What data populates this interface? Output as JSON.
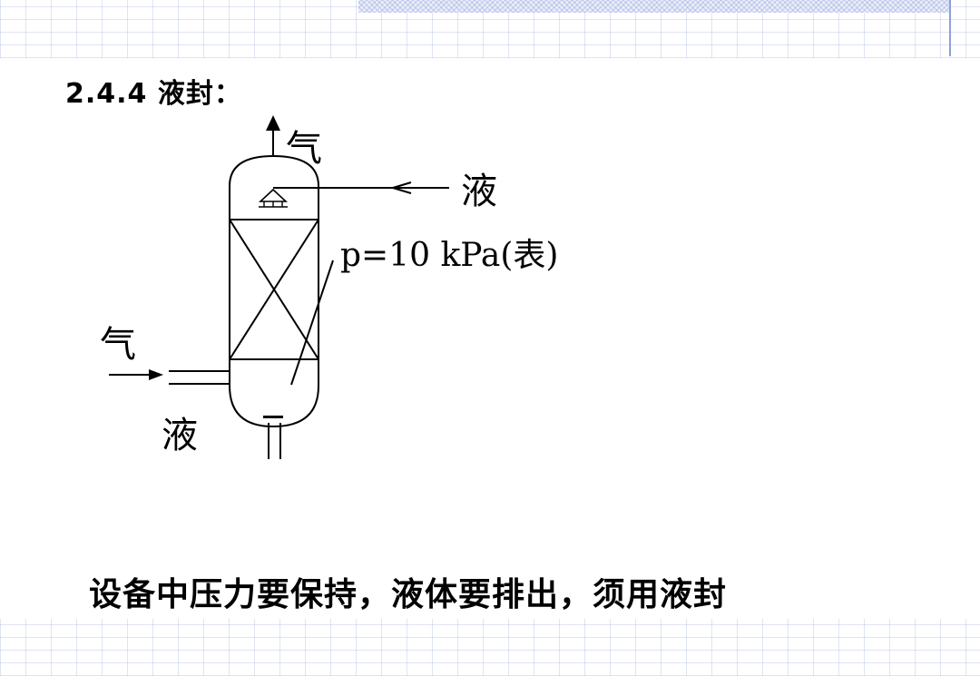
{
  "heading": "2.4.4 液封：",
  "diagram": {
    "labels": {
      "gas_out": "气",
      "liquid_in": "液",
      "pressure": "p=10 kPa(表)",
      "gas_in": "气",
      "liquid_out": "液"
    }
  },
  "caption": "设备中压力要保持，液体要排出，须用液封",
  "colors": {
    "ink": "#000000",
    "grid": "#8ea0d8"
  }
}
